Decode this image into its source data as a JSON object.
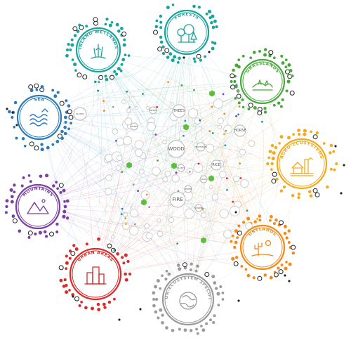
{
  "hubs": [
    {
      "id": "forests",
      "label": "FORESTS",
      "color": "#1aa39a",
      "icon": "trees-icon"
    },
    {
      "id": "inland-wetlands",
      "label": "INLAND WETLANDS",
      "color": "#1aa39a",
      "icon": "reeds-icon"
    },
    {
      "id": "grasslands",
      "label": "GRASSLANDS",
      "color": "#49a83c",
      "icon": "grass-hills-icon"
    },
    {
      "id": "sea",
      "label": "SEA",
      "color": "#2a7bb8",
      "icon": "waves-icon"
    },
    {
      "id": "agro-ecosystems",
      "label": "AGRO-ECOSYSTEMS",
      "color": "#f2a91a",
      "icon": "farm-icon"
    },
    {
      "id": "mountains",
      "label": "MOUNTAINS",
      "color": "#7a3fa5",
      "icon": "mountains-icon"
    },
    {
      "id": "drylands",
      "label": "DRYLANDS",
      "color": "#f28a1a",
      "icon": "cactus-icon"
    },
    {
      "id": "urban-areas",
      "label": "URBAN AREAS",
      "color": "#d92b2b",
      "icon": "buildings-icon"
    },
    {
      "id": "non-ecosystem-specific",
      "label": "NON-ECOSYSTEM SPECIFIC",
      "color": "#9b9b9b",
      "icon": "globe-icon"
    }
  ],
  "nodes": [
    {
      "label": "WOOD",
      "size": "large"
    },
    {
      "label": "FIRE",
      "size": "large"
    },
    {
      "label": "TREES",
      "size": "medium"
    },
    {
      "label": "HORSE",
      "size": "medium"
    },
    {
      "label": "RICE",
      "size": "medium"
    },
    {
      "label": "ISLANDS",
      "size": "small"
    },
    {
      "label": "FISHERY",
      "size": "small"
    },
    {
      "label": "RIVERS",
      "size": "small"
    },
    {
      "label": "VEGETABLES",
      "size": "small"
    },
    {
      "label": "PLANTS",
      "size": "small"
    },
    {
      "label": "WATER",
      "size": "small"
    },
    {
      "label": "SOILS",
      "size": "small"
    },
    {
      "label": "FLOWERS",
      "size": "small"
    }
  ],
  "colors": {
    "background": "#ffffff",
    "node_stroke": "#b5b5b5",
    "connector_green": "#5cbf3a",
    "marker": "#222222"
  }
}
